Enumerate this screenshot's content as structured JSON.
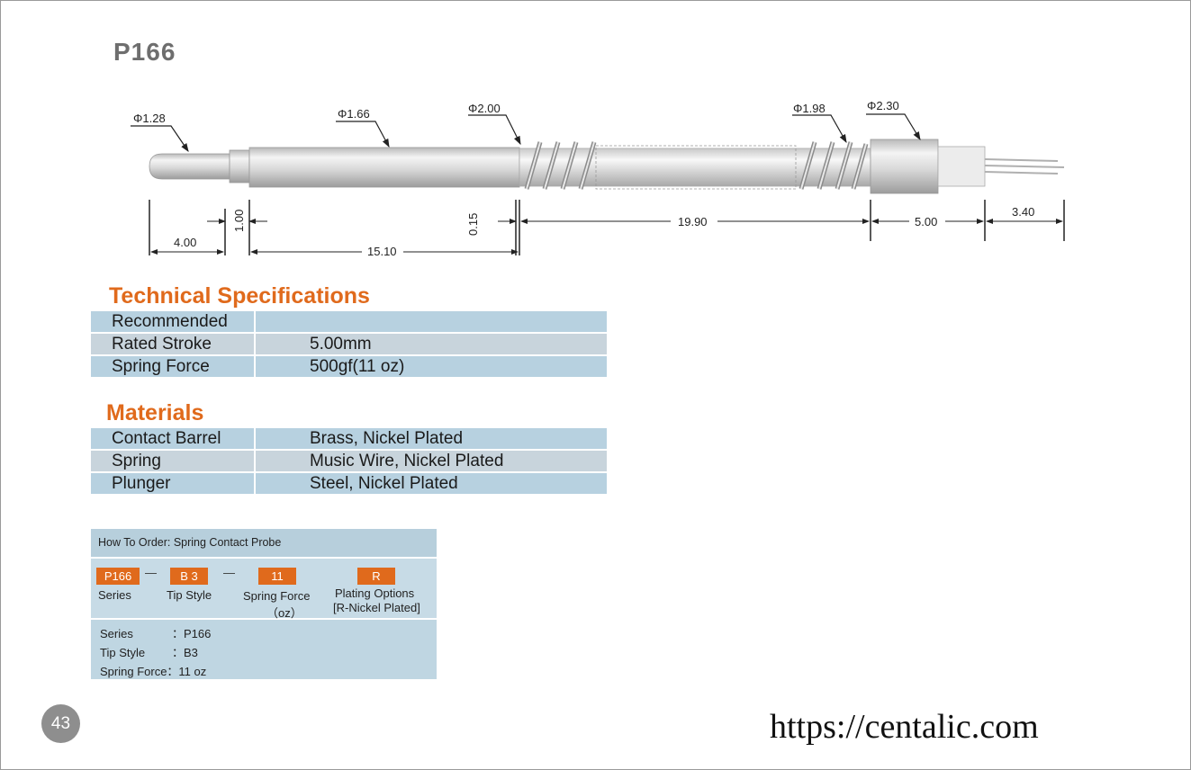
{
  "page": {
    "title": "P166",
    "page_number": "43",
    "url": "https://centalic.com"
  },
  "drawing": {
    "diameters": [
      "1.28",
      "1.66",
      "2.00",
      "1.98",
      "2.30"
    ],
    "phi_symbol": "Φ",
    "lengths": {
      "tip": "4.00",
      "shoulder": "1.00",
      "barrel": "15.10",
      "gap": "0.15",
      "spring": "19.90",
      "collar": "5.00",
      "tail": "3.40"
    }
  },
  "technical": {
    "heading": "Technical Specifications",
    "rows": [
      {
        "key": "Recommended",
        "value": ""
      },
      {
        "key": "Rated Stroke",
        "value": "5.00mm"
      },
      {
        "key": "Spring Force",
        "value": "500gf(11 oz)"
      }
    ]
  },
  "materials": {
    "heading": "Materials",
    "rows": [
      {
        "key": "Contact Barrel",
        "value": "Brass, Nickel Plated"
      },
      {
        "key": "Spring",
        "value": "Music Wire, Nickel Plated"
      },
      {
        "key": "Plunger",
        "value": "Steel, Nickel Plated"
      }
    ]
  },
  "order": {
    "header": "How To Order: Spring Contact Probe",
    "codes": {
      "series": "P166",
      "tip": "B 3",
      "force": "11",
      "plating": "R"
    },
    "labels": {
      "series": "Series",
      "tip": "Tip Style",
      "force": "Spring  Force",
      "force_unit": "（oz）",
      "plating": "Plating Options",
      "plating_sub": "[R-Nickel Plated]"
    },
    "dash": "—",
    "details": [
      {
        "key": "Series",
        "value": "：P166"
      },
      {
        "key": "Tip Style",
        "value": "：B3"
      },
      {
        "key": "Spring Force",
        "value": "：11 oz"
      }
    ]
  },
  "colors": {
    "accent": "#e06a1c",
    "table_row_a": "#b7d1e0",
    "table_row_b": "#c8d4dc",
    "title_gray": "#6e6e6e"
  }
}
